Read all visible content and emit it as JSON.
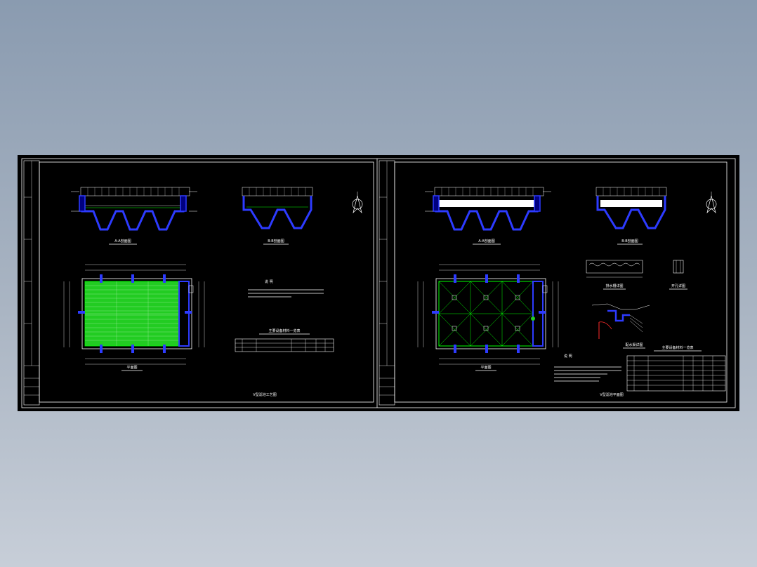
{
  "colors": {
    "background": "#000000",
    "frame": "#ffffff",
    "wall": "#2d3bff",
    "wall_fill": "#000080",
    "hatch": "#00ff00",
    "cut_line": "#ff2a2a",
    "dim": "#ffffff"
  },
  "sheet_left": {
    "section_a_title": "A-A剖面图",
    "section_b_title": "B-B剖面图",
    "plan_title": "平面图",
    "notes_title": "说 明",
    "table_title": "主要设备材料一览表",
    "sheet_title": "V型滤池工艺图"
  },
  "sheet_right": {
    "section_a_title": "A-A剖面图",
    "section_b_title": "B-B剖面图",
    "plan_title": "平面图",
    "detail_1_title": "排水槽详图",
    "detail_2_title": "开孔详图",
    "detail_3_title": "配水渠详图",
    "notes_title": "说 明",
    "table_title": "主要设备材料一览表",
    "sheet_title": "V型滤池平面图"
  },
  "icons": [
    "north-arrow-icon"
  ]
}
